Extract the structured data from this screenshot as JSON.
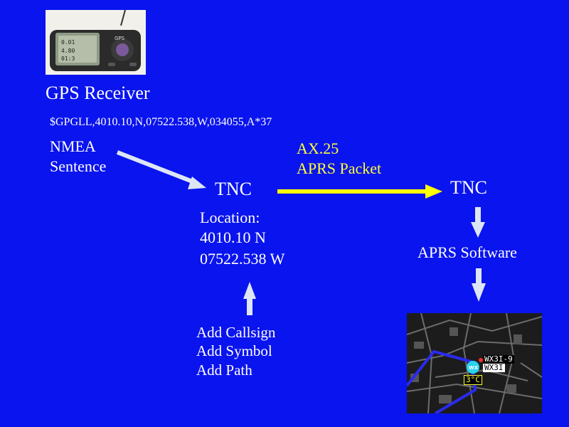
{
  "gps": {
    "title": "GPS Receiver",
    "nmea_string": "$GPGLL,4010.10,N,07522.538,W,034055,A*37",
    "screen_text": [
      "0.01",
      "4.80",
      "01:3"
    ],
    "brand": "GPS"
  },
  "nmea": {
    "line1": "NMEA",
    "line2": "Sentence"
  },
  "tnc_left": {
    "title": "TNC",
    "location_label": "Location:",
    "lat": "4010.10 N",
    "lon": "07522.538 W"
  },
  "packet": {
    "line1": "AX.25",
    "line2": "APRS Packet"
  },
  "tnc_right": {
    "title": "TNC"
  },
  "software": {
    "label": "APRS Software"
  },
  "adds": {
    "callsign": "Add Callsign",
    "symbol": "Add Symbol",
    "path": "Add Path"
  },
  "map": {
    "station_icon": "WX",
    "station_id_top": "WX3I-9",
    "station_id": "WX3I",
    "temperature": "3°C"
  },
  "colors": {
    "background": "#0a14ee",
    "text": "#ffffff",
    "packet_text": "#ffff33",
    "packet_arrow": "#ffff00",
    "arrow_light": "#dde6f5",
    "map_route": "#2a2af0"
  }
}
